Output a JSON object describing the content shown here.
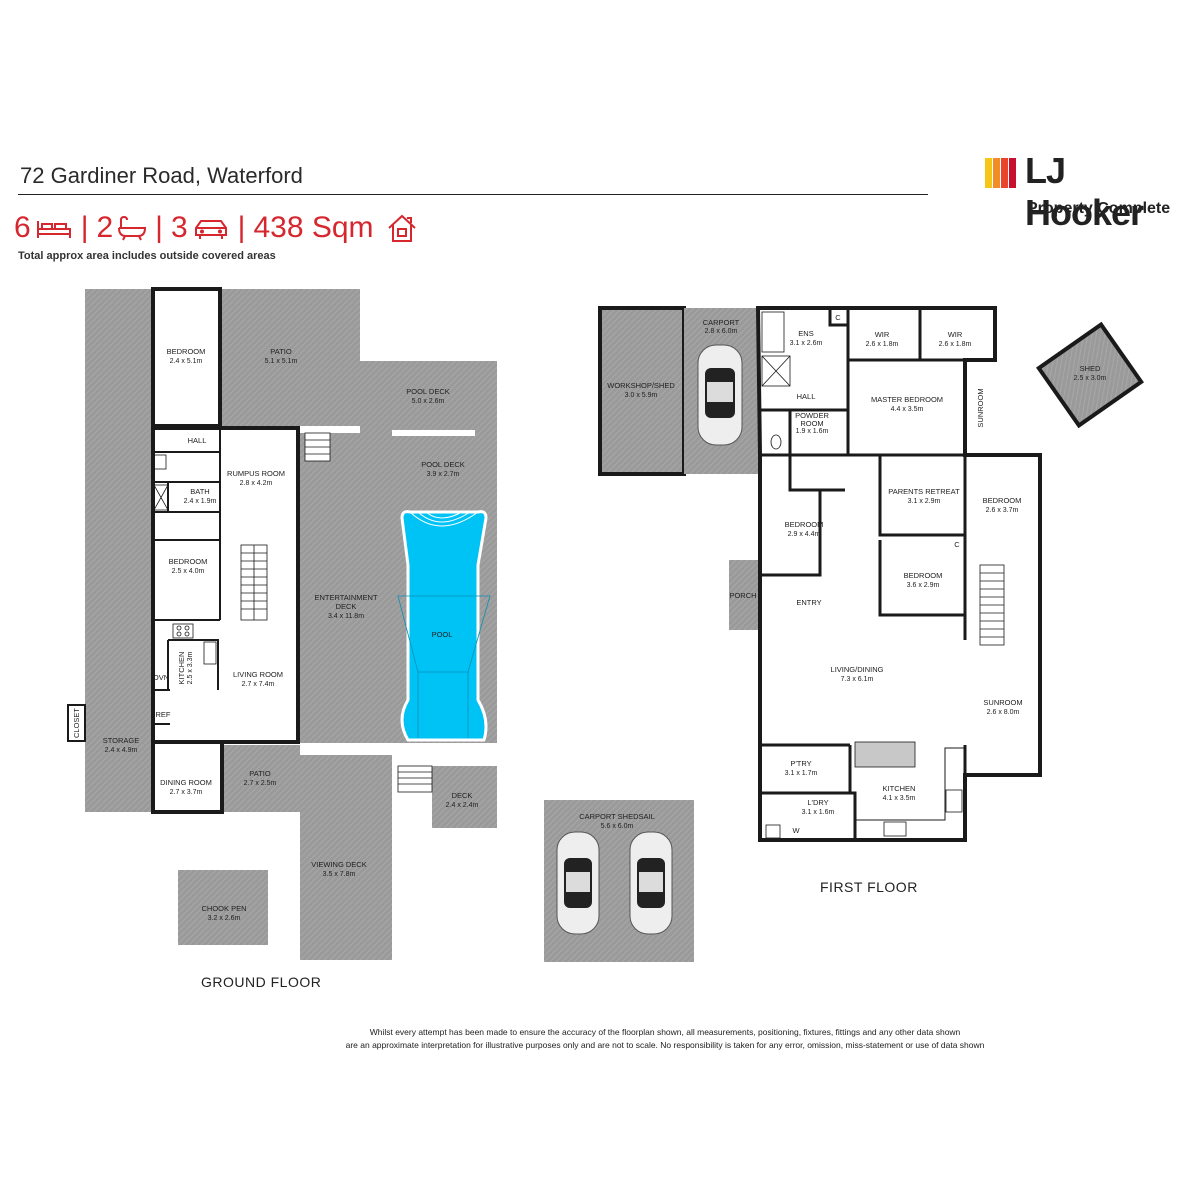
{
  "header": {
    "address": "72 Gardiner Road, Waterford",
    "bedrooms": "6",
    "bathrooms": "2",
    "car_spaces": "3",
    "area": "438 Sqm",
    "separator": "|",
    "area_note": "Total approx area includes outside covered areas"
  },
  "brand": {
    "name": "LJ Hooker",
    "tagline": "Property Complete",
    "colors": [
      "#f5c518",
      "#f28c28",
      "#e8452c",
      "#c8102e"
    ]
  },
  "colors": {
    "accent_red": "#d6262e",
    "outdoor_grey": "#9a9a9a",
    "pool_blue": "#00c3f5",
    "wall": "#1a1a1a"
  },
  "ground_floor": {
    "label": "GROUND FLOOR",
    "rooms": [
      {
        "name": "BEDROOM",
        "dims": "2.4 x 5.1m"
      },
      {
        "name": "PATIO",
        "dims": "5.1 x 5.1m"
      },
      {
        "name": "POOL DECK",
        "dims": "5.0 x 2.6m"
      },
      {
        "name": "HALL",
        "dims": ""
      },
      {
        "name": "RUMPUS ROOM",
        "dims": "2.8 x 4.2m"
      },
      {
        "name": "BATH",
        "dims": "2.4 x 1.9m"
      },
      {
        "name": "POOL DECK",
        "dims": "3.9 x 2.7m"
      },
      {
        "name": "BEDROOM",
        "dims": "2.5 x 4.0m"
      },
      {
        "name": "ENTERTAINMENT",
        "dims": "DECK"
      },
      {
        "name": "",
        "dims": "3.4 x 11.8m"
      },
      {
        "name": "POOL",
        "dims": ""
      },
      {
        "name": "KITCHEN",
        "dims": "2.5 x 3.3m"
      },
      {
        "name": "LIVING ROOM",
        "dims": "2.7 x 7.4m"
      },
      {
        "name": "OVN",
        "dims": ""
      },
      {
        "name": "REF",
        "dims": ""
      },
      {
        "name": "CLOSET",
        "dims": ""
      },
      {
        "name": "STORAGE",
        "dims": "2.4 x 4.9m"
      },
      {
        "name": "DINING ROOM",
        "dims": "2.7 x 3.7m"
      },
      {
        "name": "PATIO",
        "dims": "2.7 x 2.5m"
      },
      {
        "name": "DECK",
        "dims": "2.4 x 2.4m"
      },
      {
        "name": "VIEWING DECK",
        "dims": "3.5 x 7.8m"
      },
      {
        "name": "CHOOK PEN",
        "dims": "3.2 x 2.6m"
      },
      {
        "name": "CARPORT SHEDSAIL",
        "dims": "5.6 x 6.0m"
      }
    ]
  },
  "first_floor": {
    "label": "FIRST FLOOR",
    "rooms": [
      {
        "name": "WORKSHOP/SHED",
        "dims": "3.0 x 5.9m"
      },
      {
        "name": "CARPORT",
        "dims": "2.8 x 6.0m"
      },
      {
        "name": "ENS",
        "dims": "3.1 x 2.6m"
      },
      {
        "name": "C",
        "dims": ""
      },
      {
        "name": "WIR",
        "dims": "2.6 x 1.8m"
      },
      {
        "name": "WIR",
        "dims": "2.6 x 1.8m"
      },
      {
        "name": "SHED",
        "dims": "2.5 x 3.0m"
      },
      {
        "name": "HALL",
        "dims": ""
      },
      {
        "name": "MASTER BEDROOM",
        "dims": "4.4 x 3.5m"
      },
      {
        "name": "SUNROOM",
        "dims": ""
      },
      {
        "name": "POWDER",
        "dims": "ROOM"
      },
      {
        "name": "",
        "dims": "1.9 x 1.6m"
      },
      {
        "name": "PARENTS RETREAT",
        "dims": "3.1 x 2.9m"
      },
      {
        "name": "BEDROOM",
        "dims": "2.6 x 3.7m"
      },
      {
        "name": "BEDROOM",
        "dims": "2.9 x 4.4m"
      },
      {
        "name": "C",
        "dims": ""
      },
      {
        "name": "BEDROOM",
        "dims": "3.6 x 2.9m"
      },
      {
        "name": "PORCH",
        "dims": ""
      },
      {
        "name": "ENTRY",
        "dims": ""
      },
      {
        "name": "LIVING/DINING",
        "dims": "7.3 x 6.1m"
      },
      {
        "name": "SUNROOM",
        "dims": "2.6 x 8.0m"
      },
      {
        "name": "P'TRY",
        "dims": "3.1 x 1.7m"
      },
      {
        "name": "KITCHEN",
        "dims": "4.1 x 3.5m"
      },
      {
        "name": "L'DRY",
        "dims": "3.1 x 1.6m"
      },
      {
        "name": "W",
        "dims": ""
      }
    ]
  },
  "disclaimer": {
    "line1": "Whilst every attempt has been made to ensure the accuracy of the floorplan shown, all measurements, positioning, fixtures, fittings and any other data shown",
    "line2": "are an approximate interpretation for illustrative purposes only and are not to scale.   No responsibility is taken for any error, omission, miss-statement or use of data shown"
  }
}
